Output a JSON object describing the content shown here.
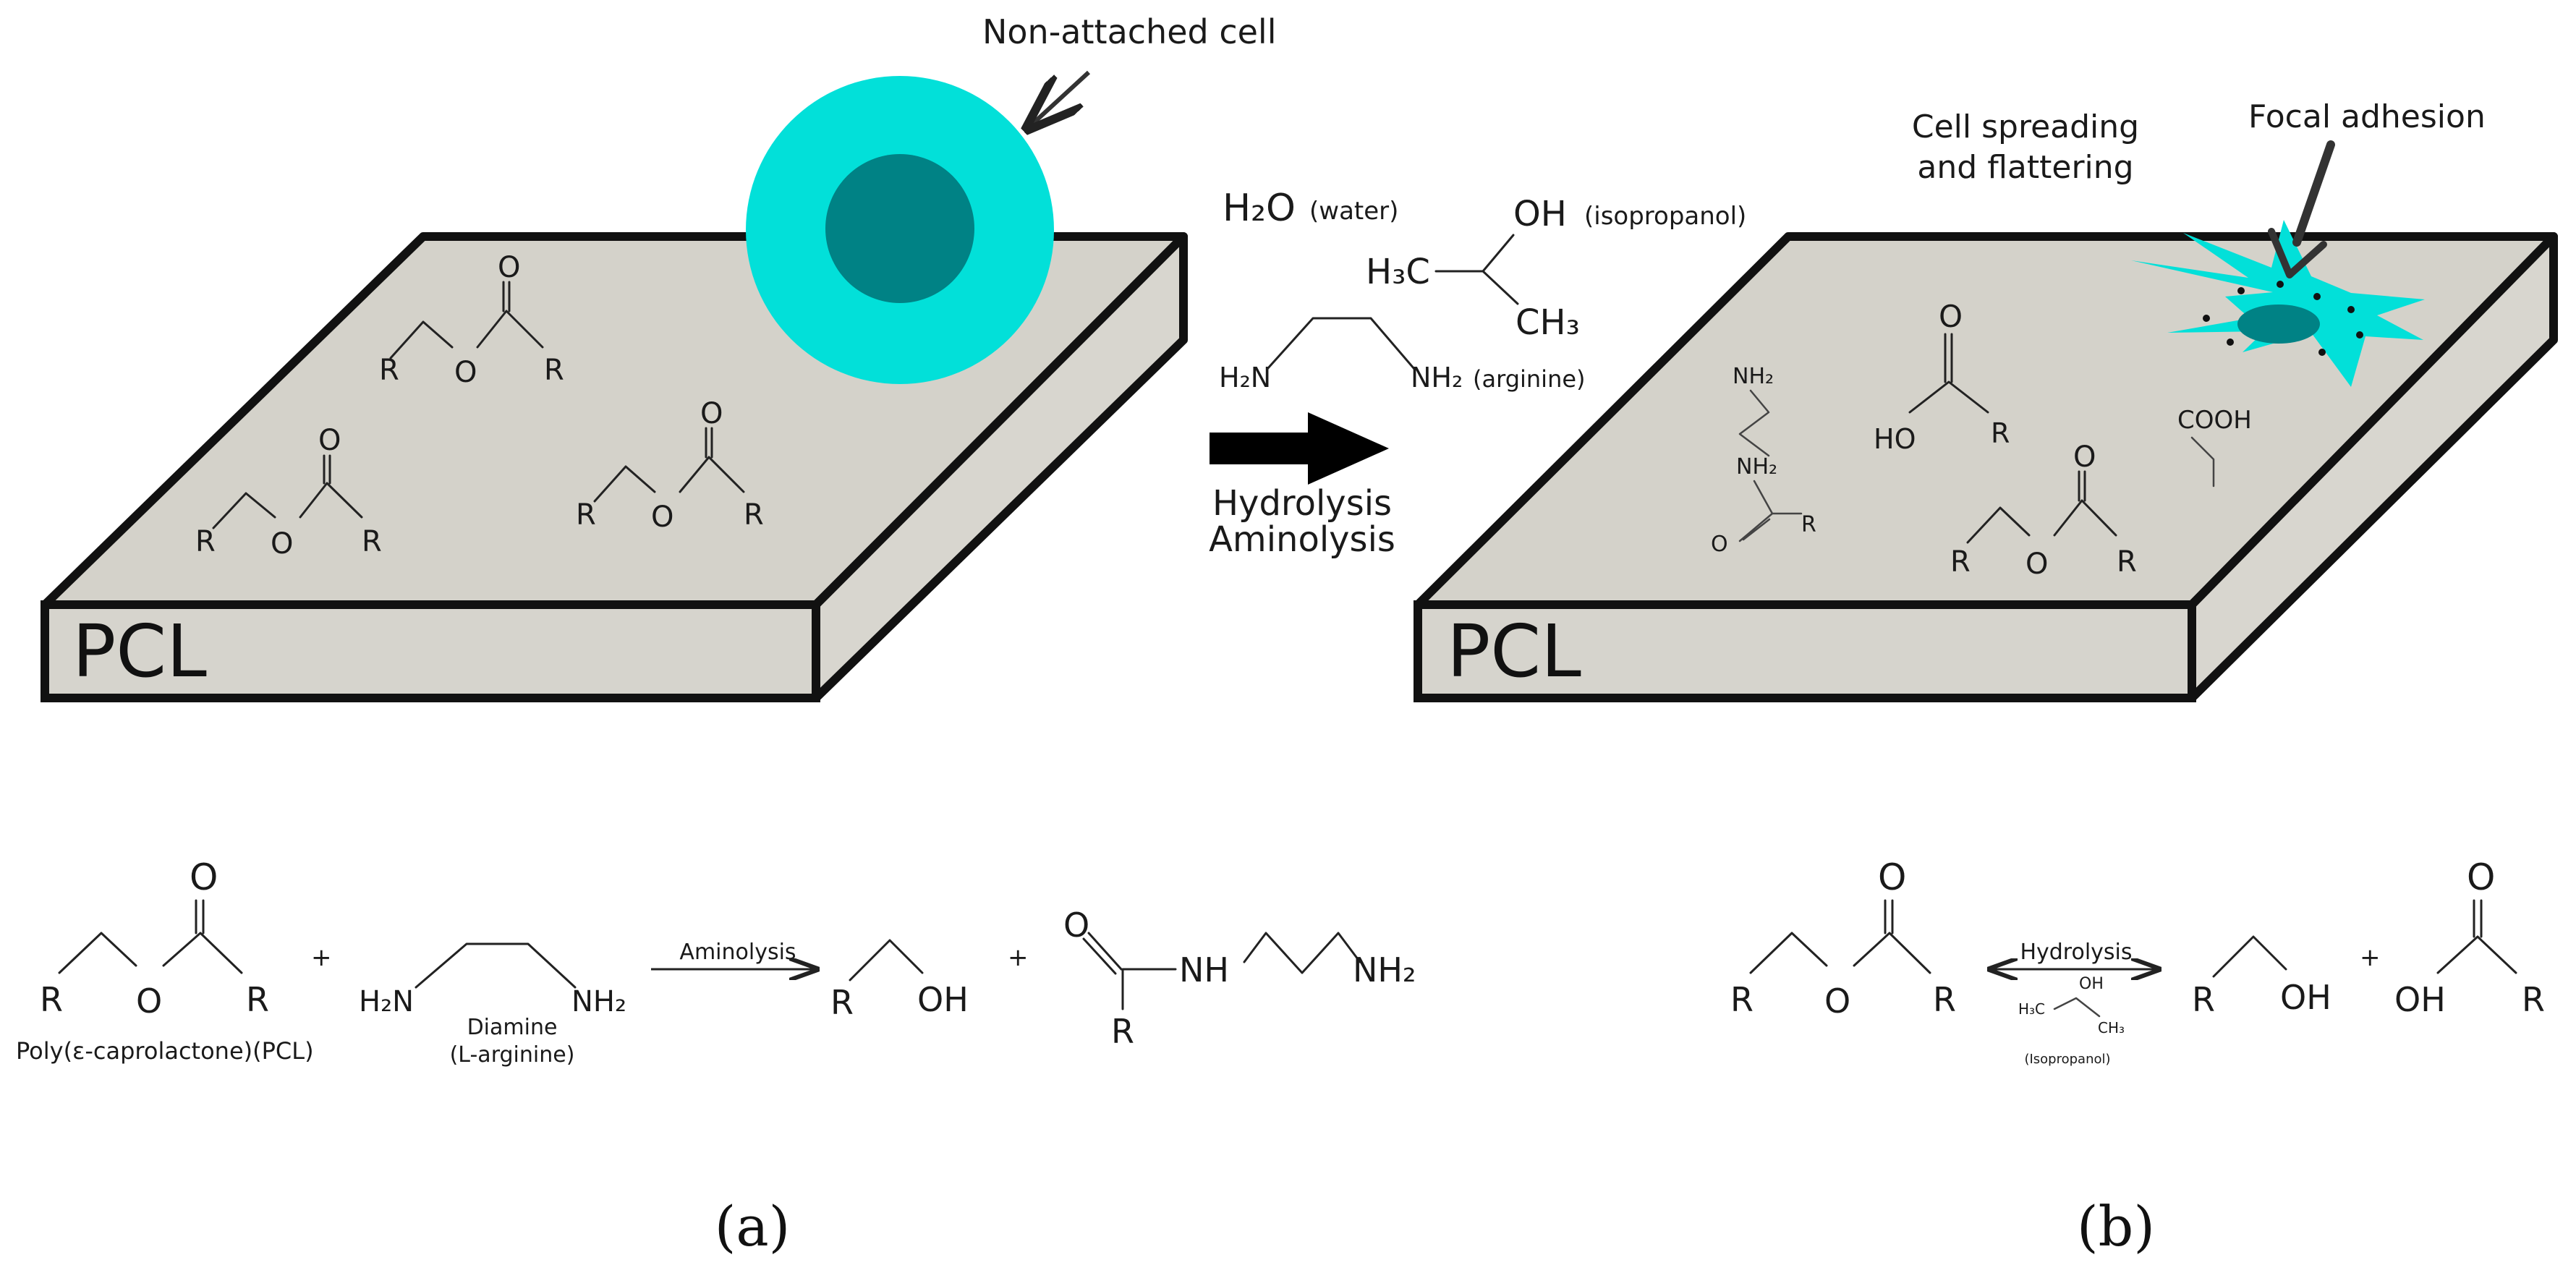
{
  "colors": {
    "slab_top": "#d4d2ca",
    "slab_front": "#d6d4cd",
    "slab_outline": "#111111",
    "cell_outer": "#02e0d9",
    "cell_nucleus": "#008285",
    "arrow": "#000000"
  },
  "left_panel": {
    "material_label": "PCL",
    "cell_label": "Non-attached cell",
    "ester_groups": [
      {
        "o_top": "O",
        "r_left": "R",
        "o_mid": "O",
        "r_right": "R"
      },
      {
        "o_top": "O",
        "r_left": "R",
        "o_mid": "O",
        "r_right": "R"
      },
      {
        "o_top": "O",
        "r_left": "R",
        "o_mid": "O",
        "r_right": "R"
      }
    ]
  },
  "middle": {
    "water_formula": "H₂O",
    "water_name": "(water)",
    "iso_oh": "OH",
    "iso_name": "(isopropanol)",
    "iso_h3c": "H₃C",
    "iso_ch3": "CH₃",
    "amine_h2n": "H₂N",
    "amine_nh2": "NH₂",
    "amine_name": "(arginine)",
    "arrow_label_1": "Hydrolysis",
    "arrow_label_2": "Aminolysis"
  },
  "right_panel": {
    "material_label": "PCL",
    "cell_spreading_1": "Cell spreading",
    "cell_spreading_2": "and flattering",
    "focal_label": "Focal adhesion",
    "amide_nh2_top": "NH₂",
    "amide_nh2": "NH₂",
    "amide_o": "O",
    "amide_r": "R",
    "acid_o": "O",
    "acid_ho": "HO",
    "acid_r": "R",
    "cooh": "COOH",
    "ester": {
      "o_top": "O",
      "r_left": "R",
      "o_mid": "O",
      "r_right": "R"
    }
  },
  "reaction_a": {
    "pcl_o_top": "O",
    "pcl_r_left": "R",
    "pcl_o_mid": "O",
    "pcl_r_right": "R",
    "pcl_name": "Poly(ε-caprolactone)(PCL)",
    "plus_1": "+",
    "diamine_h2n": "H₂N",
    "diamine_nh2": "NH₂",
    "diamine_name_1": "Diamine",
    "diamine_name_2": "(L-arginine)",
    "arrow_label": "Aminolysis",
    "alcohol_r": "R",
    "alcohol_oh": "OH",
    "plus_2": "+",
    "amide_o": "O",
    "amide_nh": "NH",
    "amide_nh2": "NH₂",
    "amide_r": "R",
    "caption": "(a)"
  },
  "reaction_b": {
    "ester_o_top": "O",
    "ester_r_left": "R",
    "ester_o_mid": "O",
    "ester_r_right": "R",
    "arrow_label": "Hydrolysis",
    "iso_oh": "OH",
    "iso_h3c": "H₃C",
    "iso_ch3": "CH₃",
    "iso_name": "(Isopropanol)",
    "alcohol_r": "R",
    "alcohol_oh": "OH",
    "plus": "+",
    "acid_o": "O",
    "acid_oh": "OH",
    "acid_r": "R",
    "caption": "(b)"
  }
}
